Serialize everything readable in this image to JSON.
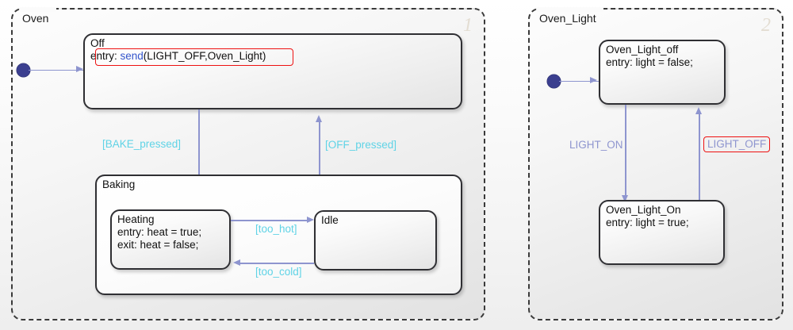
{
  "diagram": {
    "type": "stateflow-chart",
    "colors": {
      "state_border": "#2f2f33",
      "superstate_border": "#3a3a3a",
      "transition": "#8e95cf",
      "condition_text": "#5fd3e6",
      "event_text": "#8e95cf",
      "keyword_text": "#3355cc",
      "highlight": "#ee1111",
      "order_number": "#e3ddd2",
      "junction": "#3b3f8f"
    }
  },
  "parallel_states": [
    {
      "name": "Oven",
      "execution_order": "1",
      "states": [
        {
          "name": "Off",
          "actions": [
            {
              "prefix": "entry: ",
              "keyword": "send",
              "rest": "(LIGHT_OFF,Oven_Light)"
            }
          ],
          "highlighted": true
        },
        {
          "name": "Baking",
          "is_superstate": true,
          "states": [
            {
              "name": "Heating",
              "actions": [
                {
                  "text": "entry: heat = true;"
                },
                {
                  "text": "exit: heat = false;"
                }
              ]
            },
            {
              "name": "Idle",
              "actions": []
            }
          ]
        }
      ],
      "transitions": [
        {
          "label": "[BAKE_pressed]",
          "kind": "condition",
          "from": "Off",
          "to": "Baking.Heating"
        },
        {
          "label": "[OFF_pressed]",
          "kind": "condition",
          "from": "Baking",
          "to": "Off"
        },
        {
          "label": "[too_hot]",
          "kind": "condition",
          "from": "Heating",
          "to": "Idle"
        },
        {
          "label": "[too_cold]",
          "kind": "condition",
          "from": "Idle",
          "to": "Heating"
        }
      ]
    },
    {
      "name": "Oven_Light",
      "execution_order": "2",
      "states": [
        {
          "name": "Oven_Light_off",
          "actions": [
            {
              "text": "entry: light = false;"
            }
          ]
        },
        {
          "name": "Oven_Light_On",
          "actions": [
            {
              "text": "entry: light = true;"
            }
          ]
        }
      ],
      "transitions": [
        {
          "label": "LIGHT_ON",
          "kind": "event",
          "from": "Oven_Light_off",
          "to": "Oven_Light_On",
          "highlighted": false
        },
        {
          "label": "LIGHT_OFF",
          "kind": "event",
          "from": "Oven_Light_On",
          "to": "Oven_Light_off",
          "highlighted": true
        }
      ]
    }
  ]
}
